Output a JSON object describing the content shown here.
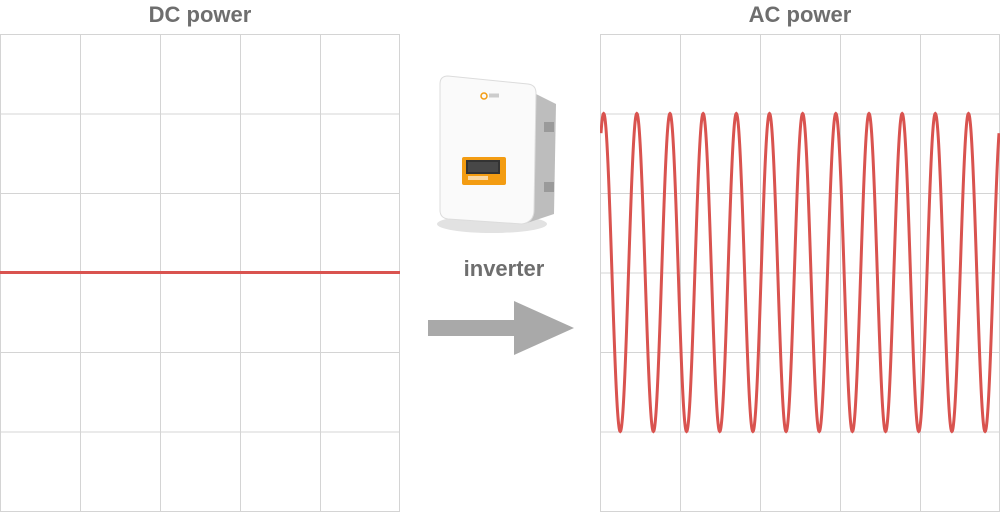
{
  "dc_panel": {
    "title": "DC power"
  },
  "ac_panel": {
    "title": "AC power"
  },
  "converter": {
    "label": "inverter",
    "device_icon": "solar-inverter-icon",
    "arrow_icon": "right-arrow-icon"
  },
  "colors": {
    "signal": "#d9534f",
    "grid": "#d4d4d4",
    "text": "#6e6e6e",
    "arrow": "#a9a9a9"
  },
  "chart_data": [
    {
      "type": "line",
      "title": "DC power",
      "description_of_signal": "constant",
      "x": [
        0,
        10
      ],
      "series": [
        {
          "values": [
            0,
            0
          ]
        }
      ],
      "xlim": [
        0,
        10
      ],
      "ylim": [
        -3,
        3
      ],
      "grid": true
    },
    {
      "type": "line",
      "title": "AC power",
      "description_of_signal": "sinusoid",
      "cycles": 12,
      "amplitude": 2,
      "xlim": [
        0,
        12
      ],
      "ylim": [
        -3,
        3
      ],
      "grid": true
    }
  ]
}
